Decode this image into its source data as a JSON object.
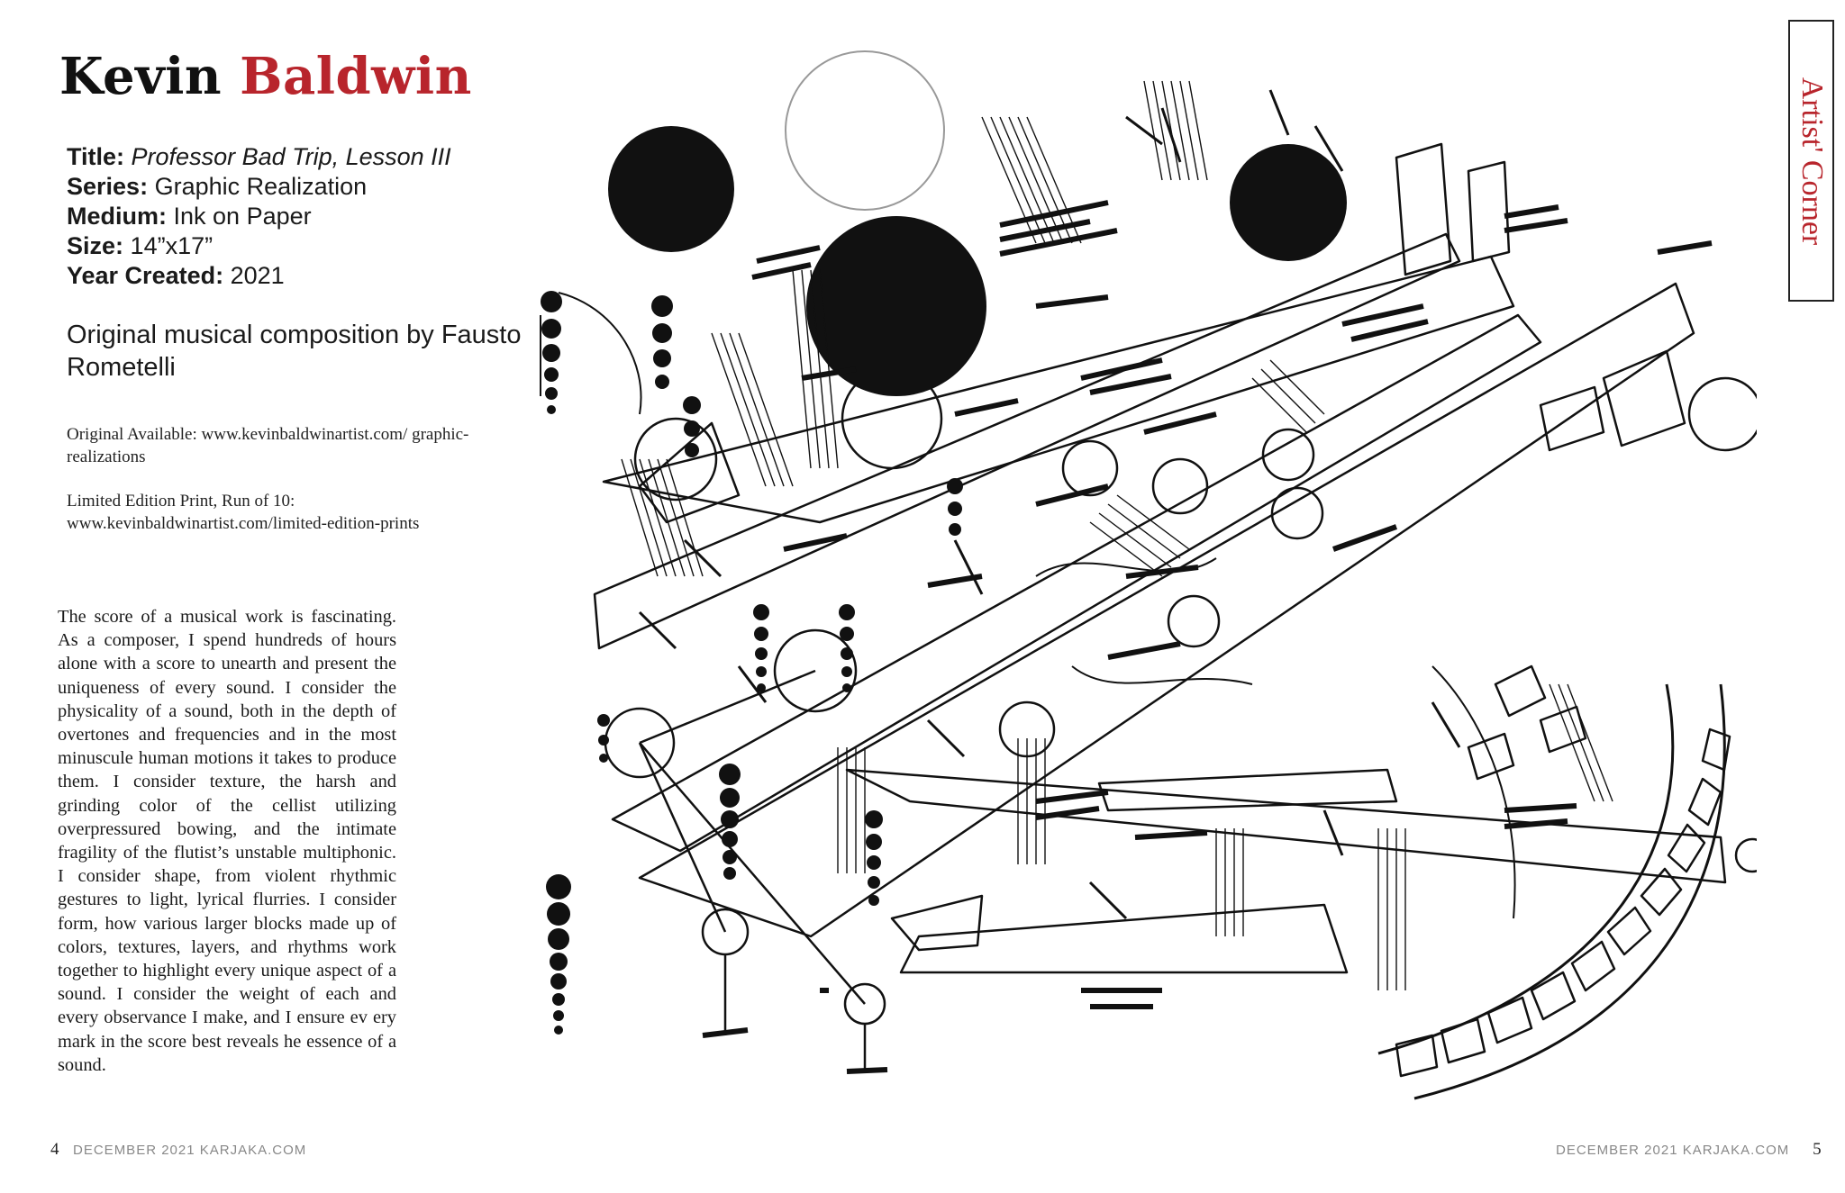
{
  "artist": {
    "first": "Kevin",
    "last": "Baldwin"
  },
  "details": [
    {
      "label": "Title:",
      "value": "Professor Bad Trip, Lesson III",
      "italic": true
    },
    {
      "label": "Series:",
      "value": "Graphic Realization",
      "italic": false
    },
    {
      "label": "Medium:",
      "value": "Ink on Paper",
      "italic": false
    },
    {
      "label": "Size:",
      "value": "14”x17”",
      "italic": false
    },
    {
      "label": "Year Created:",
      "value": "2021",
      "italic": false
    }
  ],
  "composition": "Original musical composition by Fausto Rometelli",
  "links": {
    "original_label": "Original Available: www.kevinbaldwinartist.com/ graphic-realizations",
    "print_label": "Limited Edition Print, Run of 10: www.kevinbaldwinartist.com/limited-edition-prints"
  },
  "essay": "The score of a musical work is fascinating. As a composer, I spend hundreds of hours alone with a score to unearth and present the uniqueness of every sound. I consider the physicality of a sound, both in the depth of overtones and frequencies and in the most minuscule human motions it takes to produce them. I consider texture, the harsh and grinding color of the cellist utilizing overpressured bowing, and the intimate fragility of the flutist’s unstable multiphon­ic. I consider shape, from violent rhythmic gestures to light, lyrical flurries. I consider form, how various larger blocks made up of colors, textures, layers, and rhythms work together to highlight every unique aspect of a sound. I consider the weight of each and every observance I make, and I ensure ev ery mark in the score best reveals he es­sence of a sound.",
  "footer": {
    "left_page": "4",
    "left_text": "DECEMBER 2021 KARJAKA.COM",
    "right_text": "DECEMBER 2021 KARJAKA.COM",
    "right_page": "5"
  },
  "section_label": "Artist' Corner",
  "colors": {
    "accent": "#b8252c",
    "text": "#1a1a1a"
  }
}
